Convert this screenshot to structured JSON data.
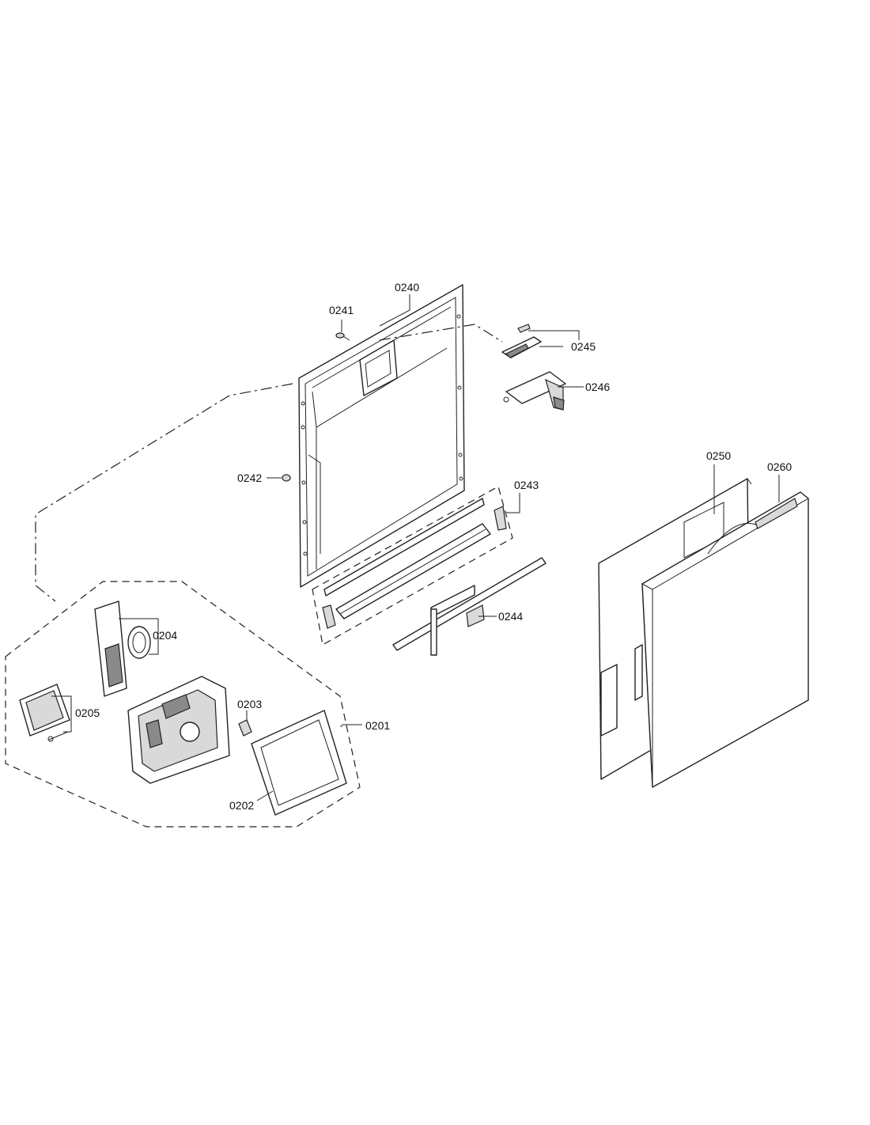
{
  "labels": {
    "door_inner": "0240",
    "top_screw": "0241",
    "side_screw": "0242",
    "hinge_set": "0243",
    "bottom_rail": "0244",
    "latch_clip": "0245",
    "latch_bracket": "0246",
    "front_panel": "0250",
    "outer_panel": "0260",
    "dispenser_assembly": "0201",
    "dispenser_gasket": "0202",
    "dispenser_knob": "0203",
    "rinse_aid_cap": "0204",
    "control_module": "0205"
  }
}
